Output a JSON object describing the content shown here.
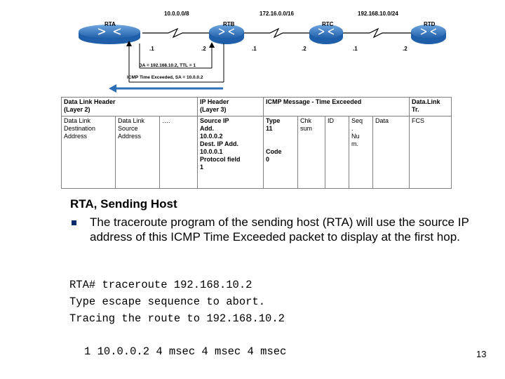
{
  "networks": [
    "10.0.0.0/8",
    "172.16.0.0/16",
    "192.168.10.0/24"
  ],
  "routers": [
    "RTA",
    "RTB",
    "RTC",
    "RTD"
  ],
  "interfaces": [
    ".1",
    ".2",
    ".1",
    ".2",
    ".1",
    ".2"
  ],
  "packet_labels": {
    "da_ttl": "DA = 192.168.10.2,   TTL = 1",
    "icmp": "ICMP Time Exceeded, SA =  10.0.0.2"
  },
  "table": {
    "headers": {
      "dl": "Data Link Header",
      "dl_sub": "(Layer 2)",
      "ip": "IP Header",
      "ip_sub": "(Layer 3)",
      "icmp": "ICMP Message - Time Exceeded",
      "tr": "Data.Link",
      "tr_sub": "Tr."
    },
    "cells": {
      "dl_dest": [
        "Data Link",
        "Destination",
        "Address"
      ],
      "dl_src": [
        "Data Link",
        "Source",
        "Address"
      ],
      "dots": "….",
      "ip_lines": [
        "Source IP",
        "Add.",
        "10.0.0.2",
        "Dest. IP Add.",
        "10.0.0.1",
        "Protocol field",
        "1"
      ],
      "type_lines": [
        "Type",
        "11",
        "",
        "",
        "Code",
        "0"
      ],
      "chk": [
        "Chk",
        "sum"
      ],
      "id": "ID",
      "seq": [
        "Seq",
        ".",
        "Nu",
        "m."
      ],
      "data": "Data",
      "fcs": "FCS"
    }
  },
  "heading": "RTA, Sending Host",
  "bullet_text": "The traceroute program of the sending host (RTA) will use the source IP address of this ICMP Time Exceeded packet to display at the first hop.",
  "cli": {
    "line1": "RTA# traceroute 192.168.10.2",
    "line2": "Type escape sequence to abort.",
    "line3": "Tracing the route to 192.168.10.2",
    "line4": "1 10.0.0.2 4 msec 4 msec 4 msec"
  },
  "page_number": "13",
  "colors": {
    "router": "#2b6fb8",
    "arrow": "#2b6fb8",
    "bullet": "#0a2a6e"
  }
}
